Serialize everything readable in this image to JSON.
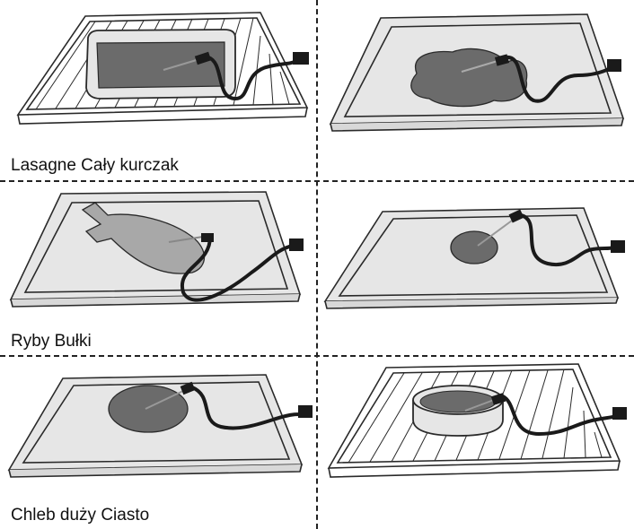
{
  "captions": {
    "row1": "Lasagne Cały kurczak",
    "row2": "Ryby Bułki",
    "row3": "Chleb duży Ciasto"
  },
  "panels": [
    {
      "food": "lasagne",
      "support": "wire-rack-with-dish"
    },
    {
      "food": "whole-chicken",
      "support": "baking-tray"
    },
    {
      "food": "fish",
      "support": "baking-tray"
    },
    {
      "food": "bread-roll",
      "support": "baking-tray"
    },
    {
      "food": "large-bread",
      "support": "baking-tray"
    },
    {
      "food": "cake",
      "support": "wire-rack-with-round-pan"
    }
  ],
  "colors": {
    "food": "#6b6b6b",
    "fish": "#a8a8a8",
    "tray_fill": "#e6e6e6",
    "stroke": "#2a2a2a",
    "cable": "#1a1a1a"
  }
}
